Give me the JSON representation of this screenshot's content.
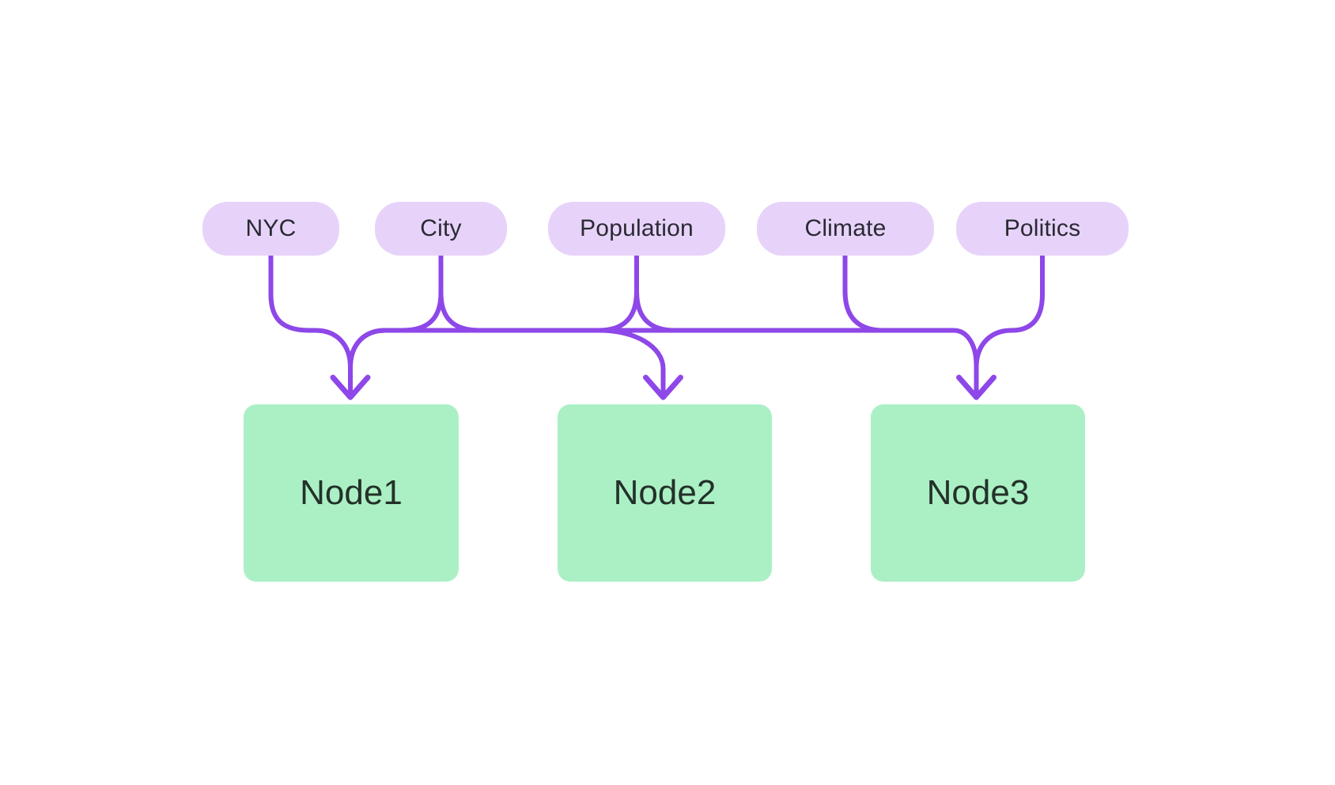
{
  "diagram": {
    "background": "#ffffff",
    "colors": {
      "background": "#ffffff",
      "edge": "#8E47E8",
      "pill_bg": "#E7D3FA",
      "pill_text": "#2A2A33",
      "node_bg": "#ABF0C5",
      "node_text": "#243129"
    },
    "labels": [
      {
        "id": "nyc",
        "text": "NYC"
      },
      {
        "id": "city",
        "text": "City"
      },
      {
        "id": "population",
        "text": "Population"
      },
      {
        "id": "climate",
        "text": "Climate"
      },
      {
        "id": "politics",
        "text": "Politics"
      }
    ],
    "nodes": [
      {
        "id": "node1",
        "text": "Node1"
      },
      {
        "id": "node2",
        "text": "Node2"
      },
      {
        "id": "node3",
        "text": "Node3"
      }
    ],
    "edges": [
      {
        "from": "NYC",
        "to": "Node1"
      },
      {
        "from": "City",
        "to": "Node1"
      },
      {
        "from": "City",
        "to": "Node2"
      },
      {
        "from": "Population",
        "to": "Node2"
      },
      {
        "from": "Population",
        "to": "Node3"
      },
      {
        "from": "Climate",
        "to": "Node3"
      },
      {
        "from": "Politics",
        "to": "Node3"
      }
    ]
  }
}
